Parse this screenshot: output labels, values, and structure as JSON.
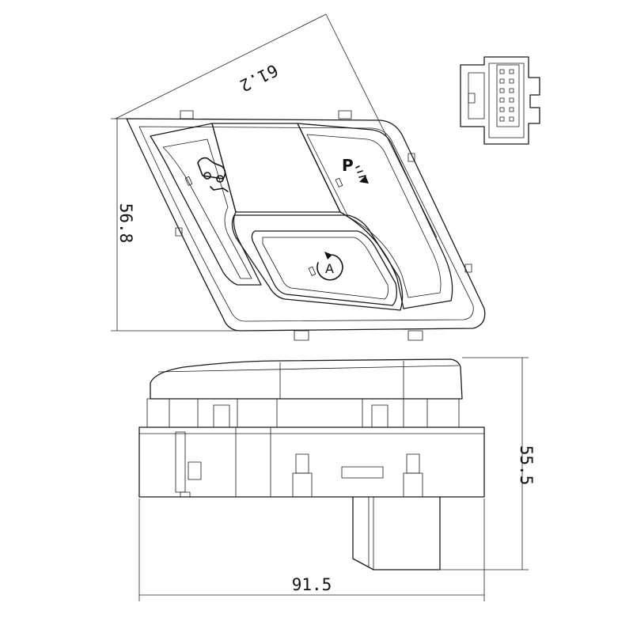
{
  "dimensions": {
    "diagonal_width": "61.2",
    "front_height": "56.8",
    "side_height": "55.5",
    "side_width": "91.5"
  },
  "icons": {
    "left_button": "car-lift-icon",
    "right_button": "parking-sensor-icon",
    "center_button": "auto-start-stop-icon",
    "connector": "connector-pinout-icon"
  },
  "button_glyphs": {
    "parking": "P",
    "auto": "A"
  },
  "colors": {
    "line": "#1a1a1a",
    "background": "#ffffff"
  }
}
